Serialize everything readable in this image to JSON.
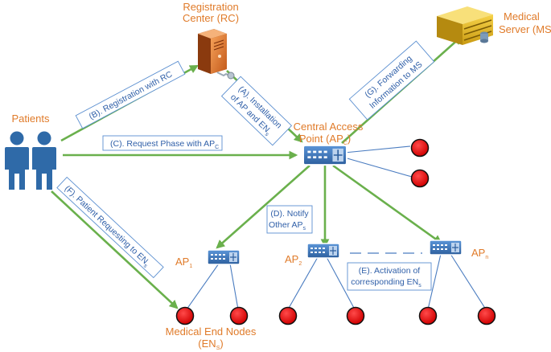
{
  "nodes": {
    "rc": {
      "line1": "Registration",
      "line2": "Center (RC)"
    },
    "ms": {
      "line1": "Medical",
      "line2": "Server (MS)"
    },
    "patients": {
      "label": "Patients"
    },
    "apc": {
      "line1": "Central Access",
      "line2_main": "Point (AP",
      "line2_sub": "C",
      "line2_end": ")"
    },
    "ap1": {
      "main": "AP",
      "sub": "1"
    },
    "ap2": {
      "main": "AP",
      "sub": "2"
    },
    "apn": {
      "main": "AP",
      "sub": "n"
    },
    "en": {
      "line1": "Medical End Nodes",
      "line2_main": "(EN",
      "line2_sub": "S",
      "line2_end": ")"
    }
  },
  "steps": {
    "a": {
      "line1": "(A). Installation",
      "line2_main": "of AP and EN",
      "line2_sub": "s"
    },
    "b": {
      "text": "(B). Registration with RC"
    },
    "c": {
      "main": "(C). Request Phase with AP",
      "sub": "C"
    },
    "d": {
      "line1": "(D). Notify",
      "line2_main": "Other AP",
      "line2_sub": "s"
    },
    "e": {
      "line1": "(E). Activation of",
      "line2_main": "corresponding EN",
      "line2_sub": "s"
    },
    "f": {
      "main": "(F). Patient Requesting to EN",
      "sub": "s"
    },
    "g": {
      "line1": "(G). Forwarding",
      "line2": "Information to MS"
    }
  },
  "colors": {
    "label_orange": "#e07b2a",
    "step_blue": "#2f5fa8",
    "arrow_green": "#6ab04c",
    "link_blue": "#4a7cc0",
    "end_node_red": "#e00000"
  },
  "icons": {
    "patients": "person-icon",
    "rc": "server-tower-icon",
    "ms": "server-rack-icon",
    "ap": "network-switch-icon",
    "en": "sensor-node-icon"
  }
}
